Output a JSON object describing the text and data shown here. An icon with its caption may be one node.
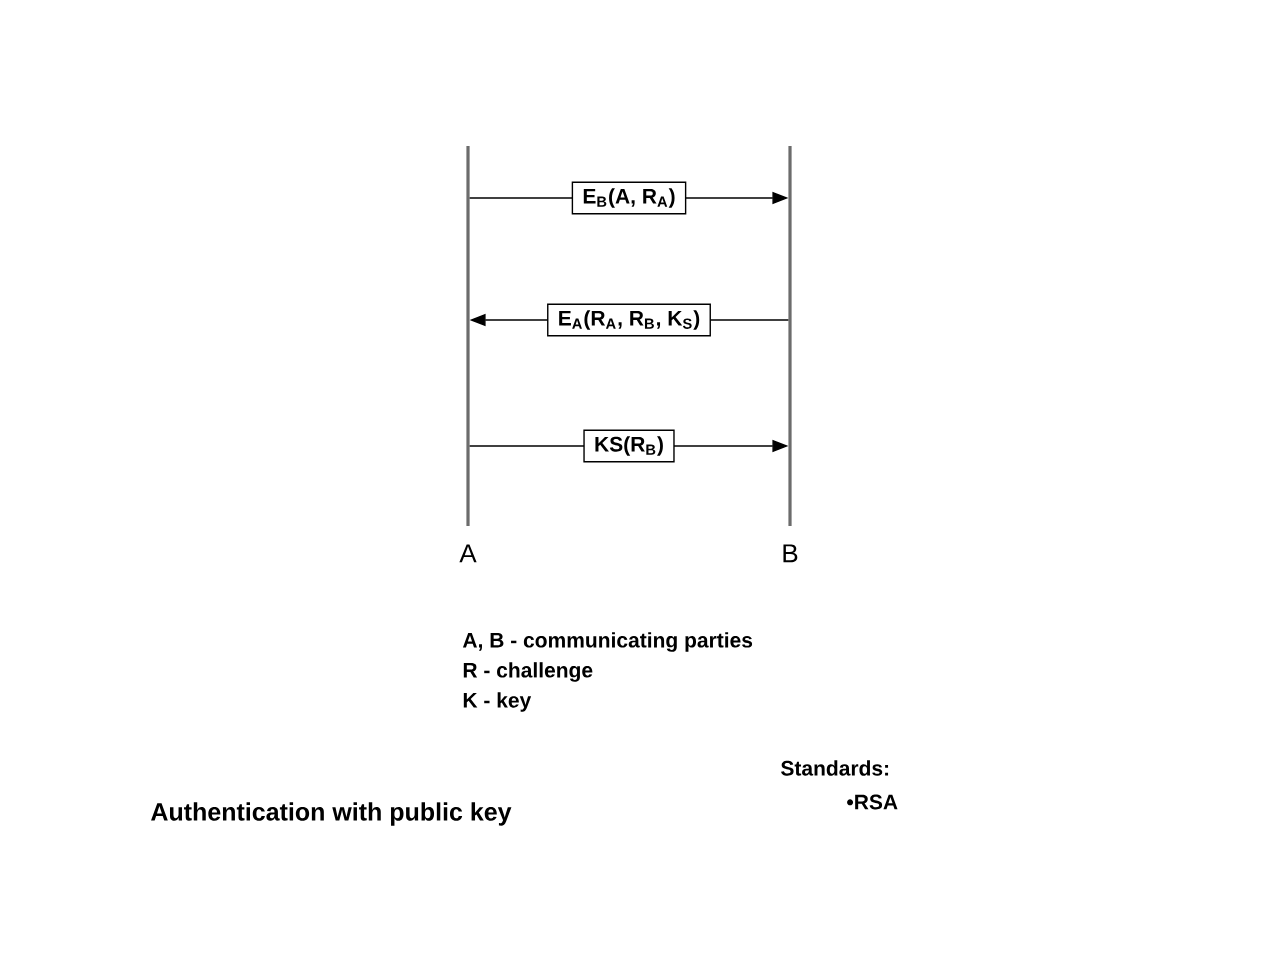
{
  "diagram": {
    "title": "Authentication with public key",
    "nodes": [
      {
        "text": [
          "A"
        ]
      },
      {
        "text": [
          "B"
        ]
      }
    ],
    "edges": [
      {
        "from": 0,
        "to": 1,
        "arrow": "to",
        "label": "E$_{B}$(A, R$_{A}$)"
      },
      {
        "from": 1,
        "to": 0,
        "arrow": "to",
        "label": "E$_{A}$(R$_{A}$, R$_{B}$, K$_{S}$)"
      },
      {
        "from": 0,
        "to": 1,
        "arrow": "to",
        "label": "KS(R$_{B}$)"
      }
    ],
    "labels": [
      "A, B - communicating parties",
      "R - challenge",
      "K - key",
      "Standards:",
      "•RSA"
    ]
  }
}
